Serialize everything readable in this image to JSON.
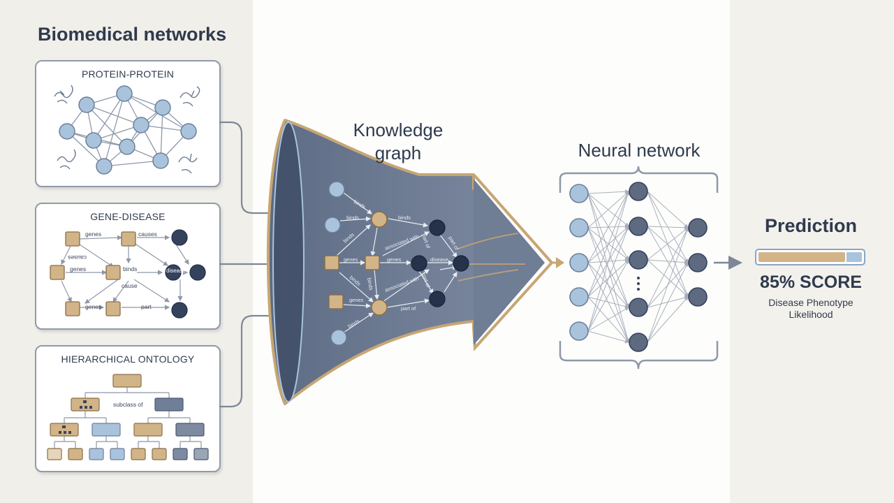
{
  "title": "Biomedical networks",
  "panels": {
    "protein": "PROTEIN-PROTEIN",
    "gene": "GENE-DISEASE",
    "ontology": "HIERARCHICAL ONTOLOGY"
  },
  "gene_labels": {
    "genes_top": "genes",
    "causes_top": "causes",
    "causes_left": "causes",
    "genes_mid": "genes",
    "binds_mid": "binds",
    "disease": "disease",
    "genes_bot": "genes",
    "part": "part",
    "cause": "cause"
  },
  "ontology_label": "subclass of",
  "kg": {
    "title_line1": "Knowledge",
    "title_line2": "graph",
    "edge_labels": {
      "binds_1": "binds",
      "binds_2": "binds",
      "binds_3": "binds",
      "binds_4": "binds",
      "binds_5": "binds",
      "binds_6": "binds",
      "genes_1": "genes",
      "genes_2": "genes",
      "genes_3": "genes",
      "disease": "disease",
      "associated_1": "associated with",
      "associated_2": "associated with",
      "part_of_1": "part of",
      "part_of_2": "part of",
      "part_of_3": "part of",
      "part_of_4": "part of"
    }
  },
  "nn": {
    "title": "Neural network"
  },
  "prediction": {
    "title": "Prediction",
    "score_label": "85% SCORE",
    "score_value": 0.85,
    "caption_line1": "Disease Phenotype",
    "caption_line2": "Likelihood"
  },
  "colors": {
    "navy": "#2f3a4d",
    "tan": "#d2b489",
    "light_blue": "#a9c3dd",
    "dark_node": "#34425c",
    "funnel": "#6b7a92",
    "border": "#8f9aaa"
  }
}
